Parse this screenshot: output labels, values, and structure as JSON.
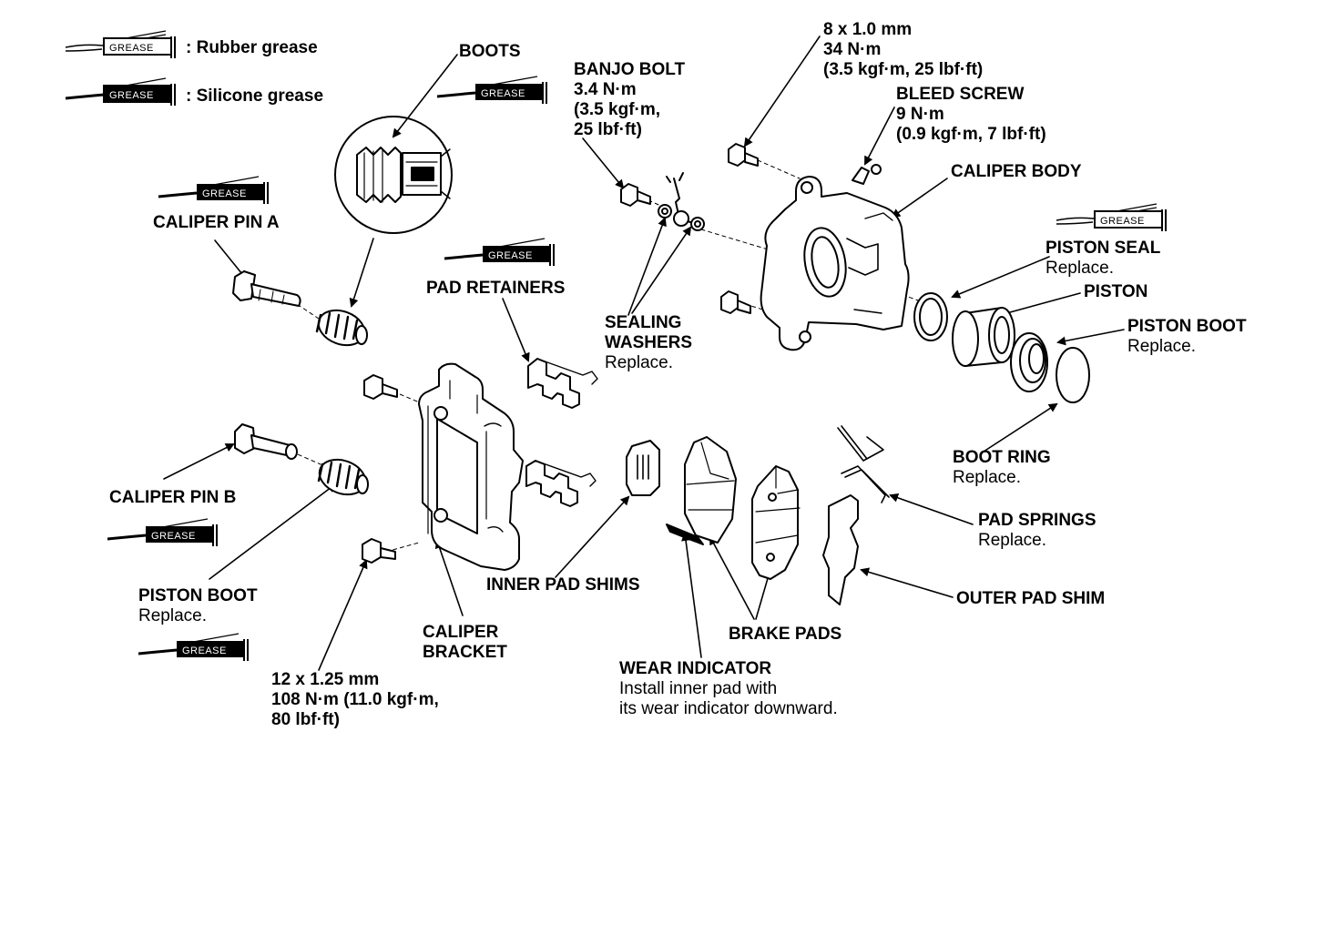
{
  "legend": {
    "rubber": {
      "tube_label": "GREASE",
      "text": ": Rubber grease"
    },
    "silicone": {
      "tube_label": "GREASE",
      "text": ": Silicone grease"
    }
  },
  "grease_tube_label": "GREASE",
  "labels": {
    "boots": [
      "BOOTS"
    ],
    "banjo_bolt": [
      "BANJO BOLT",
      "3.4 N·m",
      "(3.5 kgf·m,",
      "25 lbf·ft)"
    ],
    "top_bolt": [
      "8 x 1.0 mm",
      "34 N·m",
      "(3.5 kgf·m, 25 lbf·ft)"
    ],
    "bleed_screw": [
      "BLEED SCREW",
      "9 N·m",
      "(0.9 kgf·m, 7 lbf·ft)"
    ],
    "caliper_body": [
      "CALIPER BODY"
    ],
    "caliper_pin_a": [
      "CALIPER PIN A"
    ],
    "pad_retainers": [
      "PAD RETAINERS"
    ],
    "piston_seal": {
      "name": "PISTON SEAL",
      "note": "Replace."
    },
    "piston": [
      "PISTON"
    ],
    "sealing_washers": {
      "name": [
        "SEALING",
        "WASHERS"
      ],
      "note": "Replace."
    },
    "piston_boot_right": {
      "name": "PISTON BOOT",
      "note": "Replace."
    },
    "boot_ring": {
      "name": "BOOT RING",
      "note": "Replace."
    },
    "caliper_pin_b": [
      "CALIPER PIN B"
    ],
    "pad_springs": {
      "name": "PAD SPRINGS",
      "note": "Replace."
    },
    "inner_pad_shims": [
      "INNER PAD SHIMS"
    ],
    "outer_pad_shim": [
      "OUTER PAD SHIM"
    ],
    "piston_boot_left": {
      "name": "PISTON BOOT",
      "note": "Replace."
    },
    "caliper_bracket": [
      "CALIPER",
      "BRACKET"
    ],
    "brake_pads": [
      "BRAKE PADS"
    ],
    "bracket_bolt": [
      "12 x 1.25 mm",
      "108 N·m (11.0 kgf·m,",
      "80 lbf·ft)"
    ],
    "wear_indicator": {
      "name": "WEAR INDICATOR",
      "note": [
        "Install inner pad with",
        "its wear indicator downward."
      ]
    }
  }
}
